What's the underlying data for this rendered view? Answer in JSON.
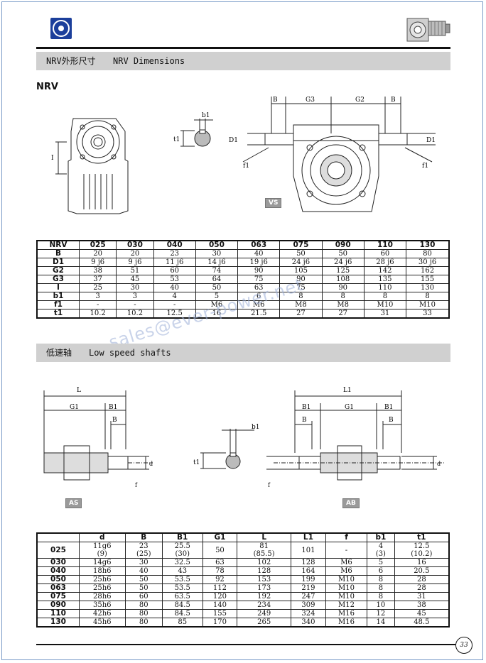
{
  "header": {
    "section1_cn": "NRV外形尺寸",
    "section1_en": "NRV Dimensions",
    "section_title": "NRV",
    "section2_cn": "低速轴",
    "section2_en": "Low speed shafts"
  },
  "drawing_labels": {
    "B": "B",
    "G3": "G3",
    "G2": "G2",
    "D1": "D1",
    "f1": "f1",
    "I": "I",
    "b1": "b1",
    "t1": "t1",
    "L": "L",
    "L1": "L1",
    "G1": "G1",
    "B1": "B1",
    "d": "d",
    "f": "f",
    "t": "t1",
    "VS": "VS",
    "AS": "AS",
    "AB": "AB"
  },
  "watermark": "sales@ever-power.net",
  "page_number": "33",
  "table1": {
    "headers": [
      "NRV",
      "025",
      "030",
      "040",
      "050",
      "063",
      "075",
      "090",
      "110",
      "130"
    ],
    "rows": [
      {
        "label": "B",
        "cells": [
          "20",
          "20",
          "23",
          "30",
          "40",
          "50",
          "50",
          "60",
          "80"
        ]
      },
      {
        "label": "D1",
        "cells": [
          "9 j6",
          "9 j6",
          "11 j6",
          "14 j6",
          "19 j6",
          "24 j6",
          "24 j6",
          "28 j6",
          "30 j6"
        ]
      },
      {
        "label": "G2",
        "cells": [
          "38",
          "51",
          "60",
          "74",
          "90",
          "105",
          "125",
          "142",
          "162"
        ]
      },
      {
        "label": "G3",
        "cells": [
          "37",
          "45",
          "53",
          "64",
          "75",
          "90",
          "108",
          "135",
          "155"
        ]
      },
      {
        "label": "I",
        "cells": [
          "25",
          "30",
          "40",
          "50",
          "63",
          "75",
          "90",
          "110",
          "130"
        ]
      },
      {
        "label": "b1",
        "cells": [
          "3",
          "3",
          "4",
          "5",
          "6",
          "8",
          "8",
          "8",
          "8"
        ]
      },
      {
        "label": "f1",
        "cells": [
          "-",
          "-",
          "-",
          "M6",
          "M6",
          "M8",
          "M8",
          "M10",
          "M10"
        ]
      },
      {
        "label": "t1",
        "cells": [
          "10.2",
          "10.2",
          "12.5",
          "16",
          "21.5",
          "27",
          "27",
          "31",
          "33"
        ]
      }
    ]
  },
  "table2": {
    "headers": [
      "",
      "d",
      "B",
      "B1",
      "G1",
      "L",
      "L1",
      "f",
      "b1",
      "t1"
    ],
    "row025": {
      "label": "025",
      "d": [
        "11g6",
        "(9)"
      ],
      "B": [
        "23",
        "(25)"
      ],
      "B1": [
        "25.5",
        "(30)"
      ],
      "G1": "50",
      "L": [
        "81",
        "(85.5)"
      ],
      "L1": "101",
      "f": "-",
      "b1": [
        "4",
        "(3)"
      ],
      "t1": [
        "12.5",
        "(10.2)"
      ]
    },
    "rows": [
      {
        "label": "030",
        "cells": [
          "14g6",
          "30",
          "32.5",
          "63",
          "102",
          "128",
          "M6",
          "5",
          "16"
        ]
      },
      {
        "label": "040",
        "cells": [
          "18h6",
          "40",
          "43",
          "78",
          "128",
          "164",
          "M6",
          "6",
          "20.5"
        ]
      },
      {
        "label": "050",
        "cells": [
          "25h6",
          "50",
          "53.5",
          "92",
          "153",
          "199",
          "M10",
          "8",
          "28"
        ]
      },
      {
        "label": "063",
        "cells": [
          "25h6",
          "50",
          "53.5",
          "112",
          "173",
          "219",
          "M10",
          "8",
          "28"
        ]
      },
      {
        "label": "075",
        "cells": [
          "28h6",
          "60",
          "63.5",
          "120",
          "192",
          "247",
          "M10",
          "8",
          "31"
        ]
      },
      {
        "label": "090",
        "cells": [
          "35h6",
          "80",
          "84.5",
          "140",
          "234",
          "309",
          "M12",
          "10",
          "38"
        ]
      },
      {
        "label": "110",
        "cells": [
          "42h6",
          "80",
          "84.5",
          "155",
          "249",
          "324",
          "M16",
          "12",
          "45"
        ]
      },
      {
        "label": "130",
        "cells": [
          "45h6",
          "80",
          "85",
          "170",
          "265",
          "340",
          "M16",
          "14",
          "48.5"
        ]
      }
    ]
  }
}
